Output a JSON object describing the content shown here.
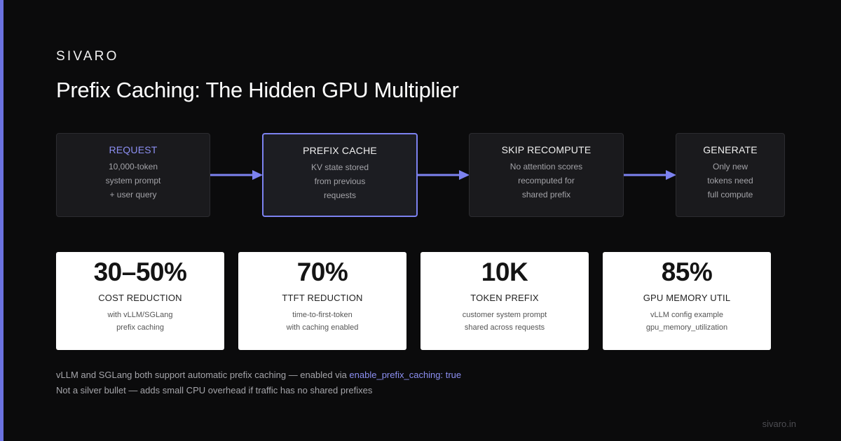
{
  "brand": "SIVARO",
  "title": "Prefix Caching: The Hidden GPU Multiplier",
  "flow": [
    {
      "title": "REQUEST",
      "lines": [
        "10,000-token",
        "system prompt",
        "+ user query"
      ]
    },
    {
      "title": "PREFIX CACHE",
      "lines": [
        "KV state stored",
        "from previous",
        "requests"
      ]
    },
    {
      "title": "SKIP RECOMPUTE",
      "lines": [
        "No attention scores",
        "recomputed for",
        "shared prefix"
      ]
    },
    {
      "title": "GENERATE",
      "lines": [
        "Only new",
        "tokens need",
        "full compute"
      ]
    }
  ],
  "stats": [
    {
      "value": "30–50%",
      "label": "COST REDUCTION",
      "desc": [
        "with vLLM/SGLang",
        "prefix caching"
      ]
    },
    {
      "value": "70%",
      "label": "TTFT REDUCTION",
      "desc": [
        "time-to-first-token",
        "with caching enabled"
      ]
    },
    {
      "value": "10K",
      "label": "TOKEN PREFIX",
      "desc": [
        "customer system prompt",
        "shared across requests"
      ]
    },
    {
      "value": "85%",
      "label": "GPU MEMORY UTIL",
      "desc": [
        "vLLM config example",
        "gpu_memory_utilization"
      ]
    }
  ],
  "notes": {
    "line1_prefix": "vLLM and SGLang both support automatic prefix caching — enabled via ",
    "line1_code": "enable_prefix_caching: true",
    "line2": "Not a silver bullet — adds small CPU overhead if traffic has no shared prefixes"
  },
  "footer": "sivaro.in",
  "colors": {
    "accent": "#7c82f0",
    "background": "#0b0b0c",
    "card": "#ffffff",
    "box": "#1a1a1d"
  }
}
